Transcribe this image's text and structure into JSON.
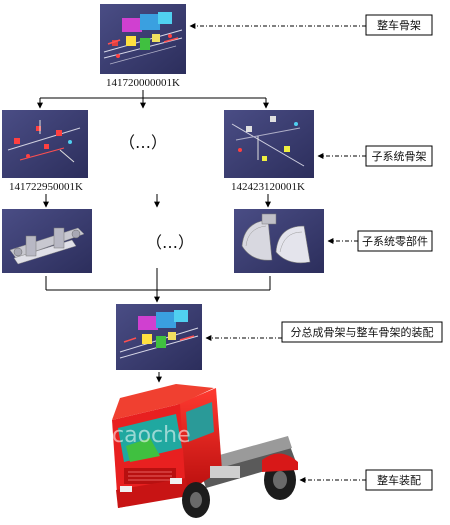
{
  "diagram": {
    "part_numbers": {
      "top": "141720000001K",
      "left_skeleton": "141722950001K",
      "right_skeleton": "142423120001K"
    },
    "ellipsis_top": "（…）",
    "ellipsis_mid": "（…）",
    "labels": {
      "vehicle_skeleton": "整车骨架",
      "subsystem_skeleton": "子系统骨架",
      "subsystem_parts": "子系统零部件",
      "assembly": "分总成骨架与整车骨架的装配",
      "vehicle_assembly": "整车装配"
    },
    "watermark": "caoche",
    "colors": {
      "panel_bg": "#3a3c6e",
      "truck_red": "#e01818",
      "arrow": "#000000"
    },
    "icons": [
      "skeleton-render",
      "part-render",
      "truck-render"
    ]
  }
}
